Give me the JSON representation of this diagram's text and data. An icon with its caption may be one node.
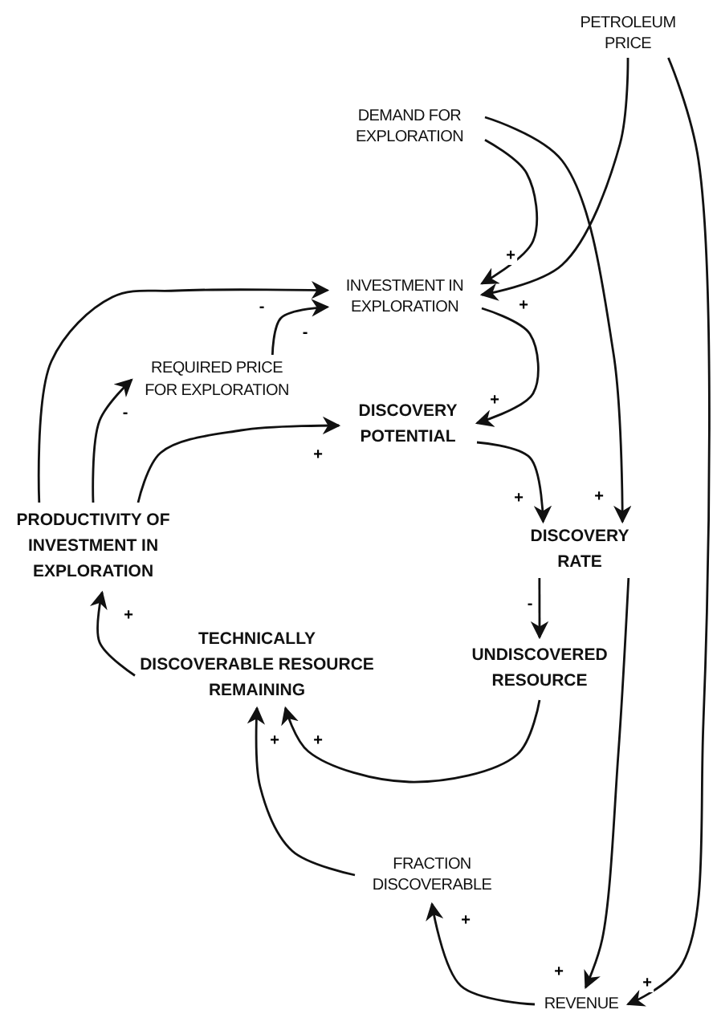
{
  "diagram": {
    "nodes": [
      {
        "text": [
          "PETROLEUM PRICE"
        ]
      },
      {
        "text": [
          "DEMAND FOR EXPLORATION"
        ]
      },
      {
        "text": [
          "INVESTMENT IN EXPLORATION"
        ]
      },
      {
        "text": [
          "REQUIRED PRICE FOR EXPLORATION"
        ]
      },
      {
        "text": [
          "DISCOVERY POTENTIAL"
        ]
      },
      {
        "text": [
          "PRODUCTIVITY OF INVESTMENT IN EXPLORATION"
        ]
      },
      {
        "text": [
          "DISCOVERY RATE"
        ]
      },
      {
        "text": [
          "TECHNICALLY DISCOVERABLE RESOURCE REMAINING"
        ]
      },
      {
        "text": [
          "UNDISCOVERED RESOURCE"
        ]
      },
      {
        "text": [
          "FRACTION DISCOVERABLE"
        ]
      },
      {
        "text": [
          "REVENUE"
        ]
      }
    ],
    "edges": [
      {
        "from": 1,
        "to": 2,
        "arrow": "to",
        "label": "+"
      },
      {
        "from": 0,
        "to": 2,
        "arrow": "to",
        "label": "+"
      },
      {
        "from": 5,
        "to": 2,
        "arrow": "to",
        "label": "-"
      },
      {
        "from": 3,
        "to": 2,
        "arrow": "to",
        "label": "-"
      },
      {
        "from": 5,
        "to": 3,
        "arrow": "to",
        "label": "-"
      },
      {
        "from": 2,
        "to": 4,
        "arrow": "to",
        "label": "+"
      },
      {
        "from": 5,
        "to": 4,
        "arrow": "to",
        "label": "+"
      },
      {
        "from": 4,
        "to": 6,
        "arrow": "to",
        "label": "+"
      },
      {
        "from": 1,
        "to": 6,
        "arrow": "to",
        "label": "+"
      },
      {
        "from": 6,
        "to": 10,
        "arrow": "to",
        "label": "+"
      },
      {
        "from": 0,
        "to": 10,
        "arrow": "to",
        "label": "+"
      },
      {
        "from": 6,
        "to": 8,
        "arrow": "to",
        "label": "-"
      },
      {
        "from": 7,
        "to": 5,
        "arrow": "to",
        "label": "+"
      },
      {
        "from": 8,
        "to": 7,
        "arrow": "to",
        "label": "+"
      },
      {
        "from": 9,
        "to": 7,
        "arrow": "to",
        "label": "+"
      },
      {
        "from": 10,
        "to": 9,
        "arrow": "to",
        "label": "+"
      }
    ]
  }
}
